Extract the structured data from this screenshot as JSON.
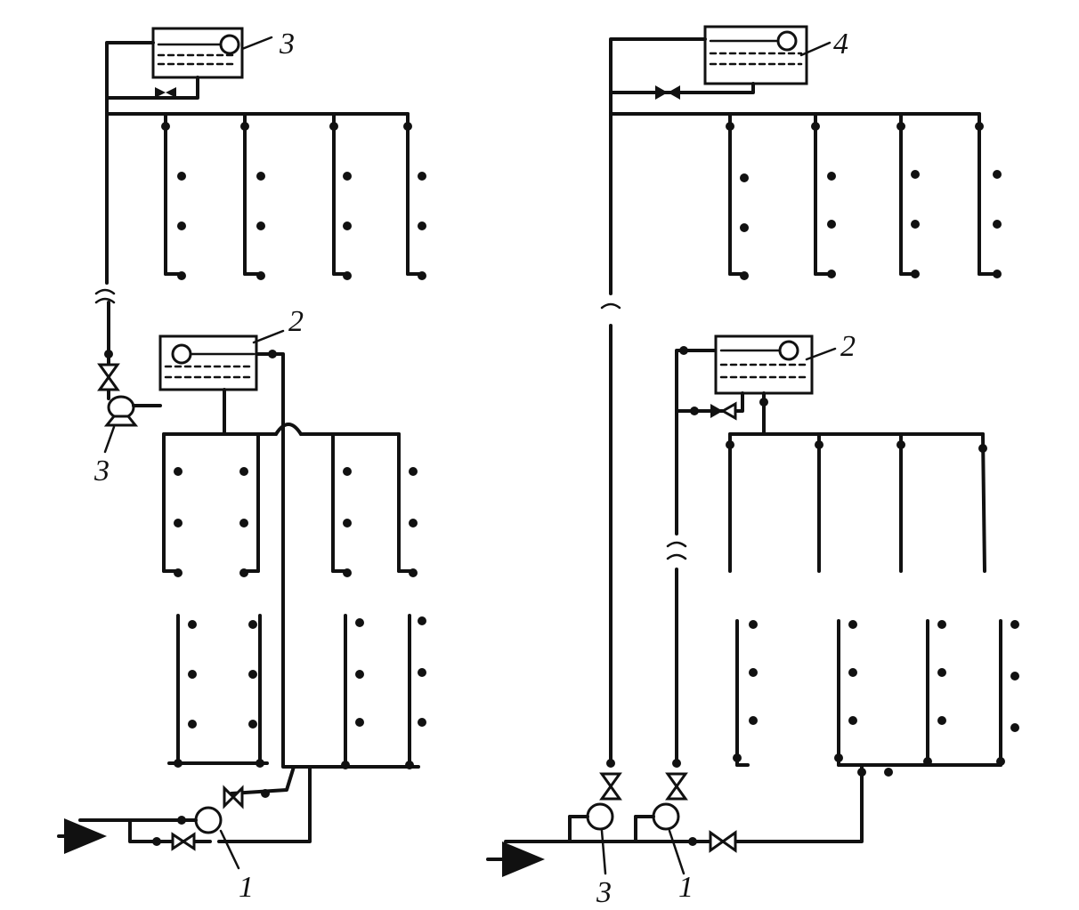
{
  "diagram": {
    "left_scheme": {
      "labels": {
        "upper_tank": "3",
        "middle_tank": "2",
        "booster_pump": "3",
        "main_pump": "1"
      }
    },
    "right_scheme": {
      "labels": {
        "upper_tank": "4",
        "middle_tank": "2",
        "pump_a": "3",
        "pump_b": "1"
      }
    },
    "colors": {
      "line": "#111111",
      "background": "#ffffff"
    }
  }
}
